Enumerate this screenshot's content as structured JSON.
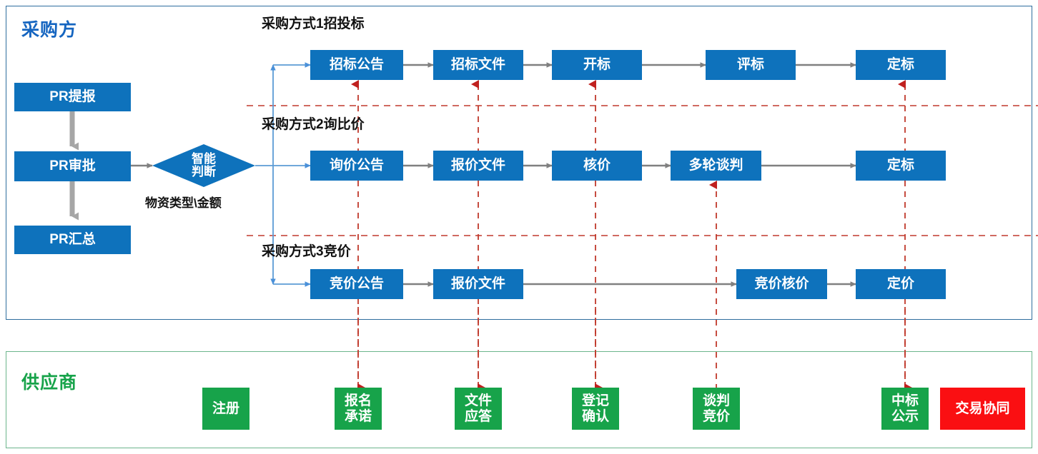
{
  "panels": {
    "buyer": {
      "title": "采购方",
      "border_color": "#2E6E9E"
    },
    "supplier": {
      "title": "供应商",
      "border_color": "#6CB58C"
    }
  },
  "colors": {
    "process_blue": "#0E72BC",
    "supplier_green": "#17A34A",
    "highlight_red": "#FA0F12",
    "connector_gray": "#808080",
    "connector_blue": "#5B9BD5",
    "dashed_red": "#C0392B",
    "buyer_title_blue": "#1565C0",
    "supplier_title_green": "#17A34A"
  },
  "intake": {
    "steps": [
      {
        "id": "pr-submit",
        "label": "PR提报"
      },
      {
        "id": "pr-approve",
        "label": "PR审批"
      },
      {
        "id": "pr-summary",
        "label": "PR汇总"
      }
    ],
    "decision": {
      "id": "smart-judge",
      "label": "智能\n判断",
      "line1": "智能",
      "line2": "判断"
    },
    "decision_caption": "物资类型\\金额"
  },
  "lanes": [
    {
      "id": "lane-1",
      "title": "采购方式1招投标",
      "steps": [
        {
          "id": "bid-announcement",
          "label": "招标公告"
        },
        {
          "id": "bid-document",
          "label": "招标文件"
        },
        {
          "id": "bid-opening",
          "label": "开标"
        },
        {
          "id": "bid-evaluation",
          "label": "评标"
        },
        {
          "id": "bid-award",
          "label": "定标"
        }
      ]
    },
    {
      "id": "lane-2",
      "title": "采购方式2询比价",
      "steps": [
        {
          "id": "inquiry-announcement",
          "label": "询价公告"
        },
        {
          "id": "quotation-document",
          "label": "报价文件"
        },
        {
          "id": "price-check",
          "label": "核价"
        },
        {
          "id": "multi-round-talks",
          "label": "多轮谈判"
        },
        {
          "id": "inquiry-award",
          "label": "定标"
        }
      ]
    },
    {
      "id": "lane-3",
      "title": "采购方式3竞价",
      "steps": [
        {
          "id": "auction-announcement",
          "label": "竞价公告"
        },
        {
          "id": "auction-quotation",
          "label": "报价文件"
        },
        {
          "id": "auction-price-check",
          "label": "竞价核价"
        },
        {
          "id": "auction-pricing",
          "label": "定价"
        }
      ]
    }
  ],
  "supplier_steps": [
    {
      "id": "register",
      "line1": "注册",
      "line2": "",
      "color": "green"
    },
    {
      "id": "signup-commitment",
      "line1": "报名",
      "line2": "承诺",
      "color": "green"
    },
    {
      "id": "document-response",
      "line1": "文件",
      "line2": "应答",
      "color": "green"
    },
    {
      "id": "registration-confirm",
      "line1": "登记",
      "line2": "确认",
      "color": "green"
    },
    {
      "id": "negotiation-bidding",
      "line1": "谈判",
      "line2": "竞价",
      "color": "green"
    },
    {
      "id": "winner-publicity",
      "line1": "中标",
      "line2": "公示",
      "color": "green"
    },
    {
      "id": "trade-collaboration",
      "line1": "交易协同",
      "line2": "",
      "color": "red"
    }
  ]
}
